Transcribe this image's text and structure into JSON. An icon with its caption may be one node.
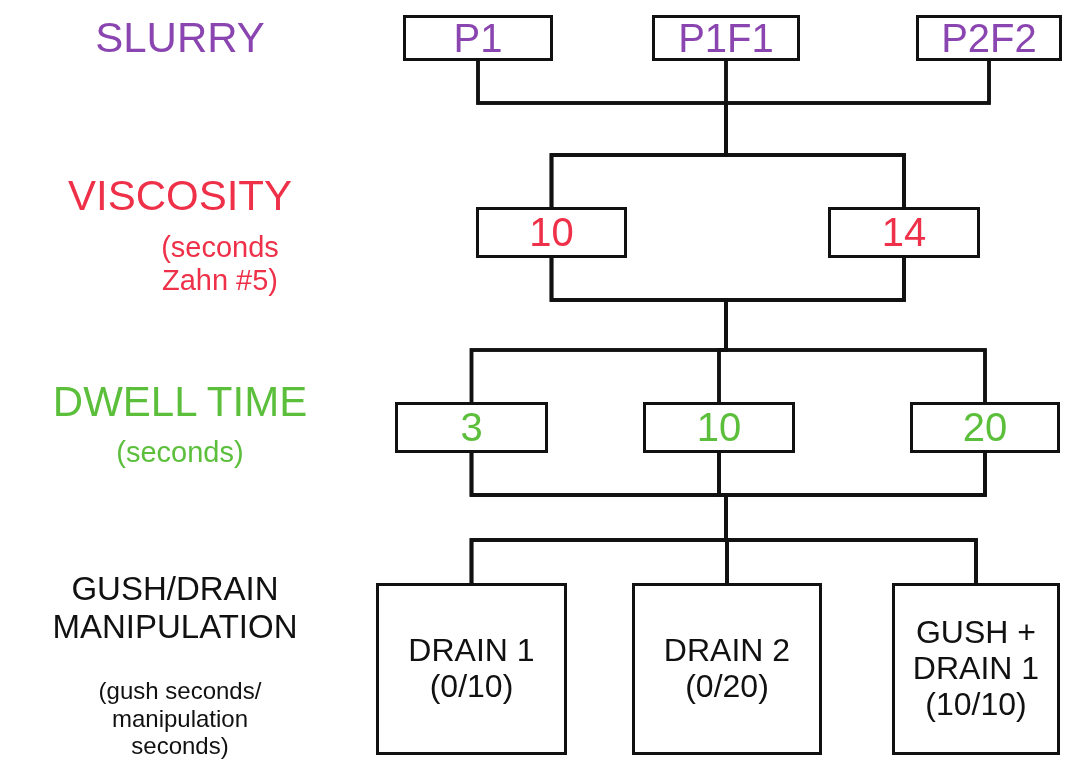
{
  "diagram": {
    "nodes": [
      {
        "text": [
          "P1"
        ]
      },
      {
        "text": [
          "P1F1"
        ]
      },
      {
        "text": [
          "P2F2"
        ]
      },
      {
        "text": [
          "10"
        ]
      },
      {
        "text": [
          "14"
        ]
      },
      {
        "text": [
          "3"
        ]
      },
      {
        "text": [
          "10"
        ]
      },
      {
        "text": [
          "20"
        ]
      },
      {
        "text": [
          "DRAIN 1 (0/10)"
        ]
      },
      {
        "text": [
          "DRAIN 2 (0/20)"
        ]
      },
      {
        "text": [
          "GUSH + DRAIN 1 (10/10)"
        ]
      }
    ],
    "edges": [
      {
        "from": 0,
        "to": 3,
        "arrow": "none"
      },
      {
        "from": 0,
        "to": 4,
        "arrow": "none"
      },
      {
        "from": 1,
        "to": 3,
        "arrow": "none"
      },
      {
        "from": 1,
        "to": 4,
        "arrow": "none"
      },
      {
        "from": 2,
        "to": 3,
        "arrow": "none"
      },
      {
        "from": 2,
        "to": 4,
        "arrow": "none"
      },
      {
        "from": 3,
        "to": 5,
        "arrow": "none"
      },
      {
        "from": 3,
        "to": 6,
        "arrow": "none"
      },
      {
        "from": 3,
        "to": 7,
        "arrow": "none"
      },
      {
        "from": 4,
        "to": 5,
        "arrow": "none"
      },
      {
        "from": 4,
        "to": 6,
        "arrow": "none"
      },
      {
        "from": 4,
        "to": 7,
        "arrow": "none"
      },
      {
        "from": 5,
        "to": 8,
        "arrow": "none"
      },
      {
        "from": 5,
        "to": 9,
        "arrow": "none"
      },
      {
        "from": 5,
        "to": 10,
        "arrow": "none"
      },
      {
        "from": 6,
        "to": 8,
        "arrow": "none"
      },
      {
        "from": 6,
        "to": 9,
        "arrow": "none"
      },
      {
        "from": 6,
        "to": 10,
        "arrow": "none"
      },
      {
        "from": 7,
        "to": 8,
        "arrow": "none"
      },
      {
        "from": 7,
        "to": 9,
        "arrow": "none"
      },
      {
        "from": 7,
        "to": 10,
        "arrow": "none"
      }
    ],
    "labels": [
      "SLURRY",
      "VISCOSITY",
      "(seconds Zahn #5)",
      "DWELL TIME",
      "(seconds)",
      "GUSH/DRAIN MANIPULATION",
      "(gush seconds/ manipulation seconds)"
    ]
  }
}
